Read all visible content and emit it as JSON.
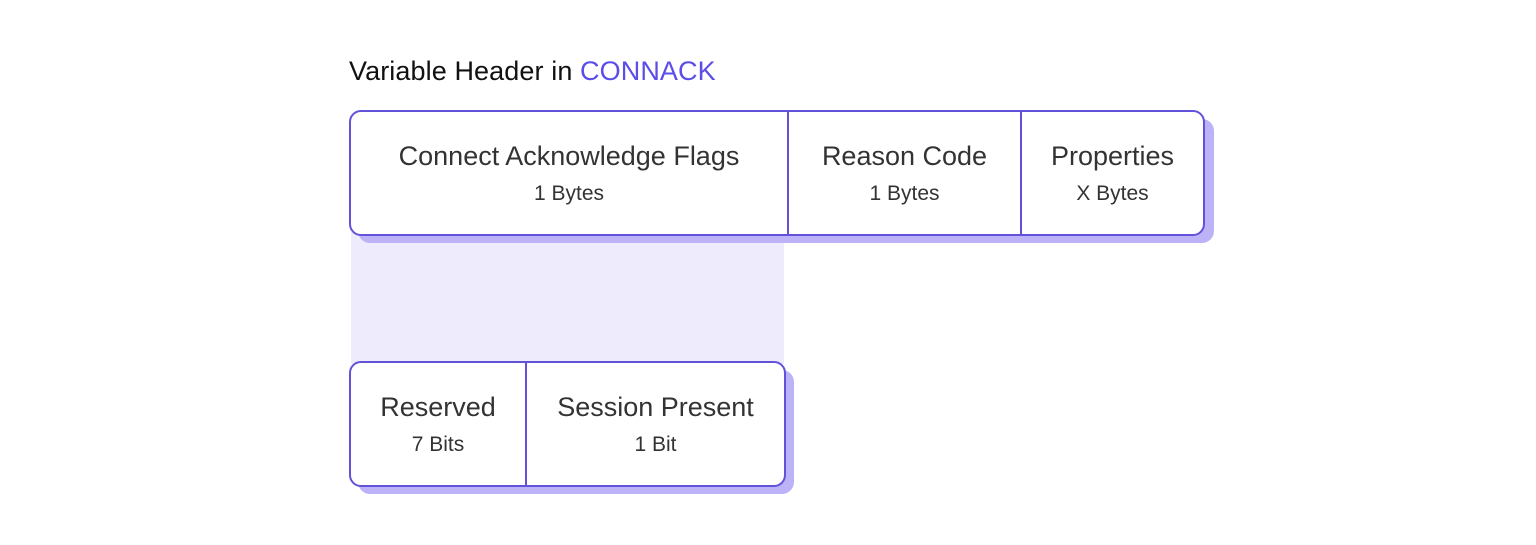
{
  "title": {
    "prefix": "Variable Header in ",
    "accent": "CONNACK"
  },
  "colors": {
    "accent": "#5b4de8",
    "border": "#6152d9",
    "shadow": "#bcb2f7",
    "connector": "#eeebfc",
    "text": "#333333"
  },
  "variable_header": {
    "fields": [
      {
        "name": "Connect Acknowledge Flags",
        "size": "1 Bytes"
      },
      {
        "name": "Reason Code",
        "size": "1 Bytes"
      },
      {
        "name": "Properties",
        "size": "X Bytes"
      }
    ]
  },
  "connect_ack_flags": {
    "fields": [
      {
        "name": "Reserved",
        "size": "7 Bits"
      },
      {
        "name": "Session Present",
        "size": "1 Bit"
      }
    ]
  }
}
